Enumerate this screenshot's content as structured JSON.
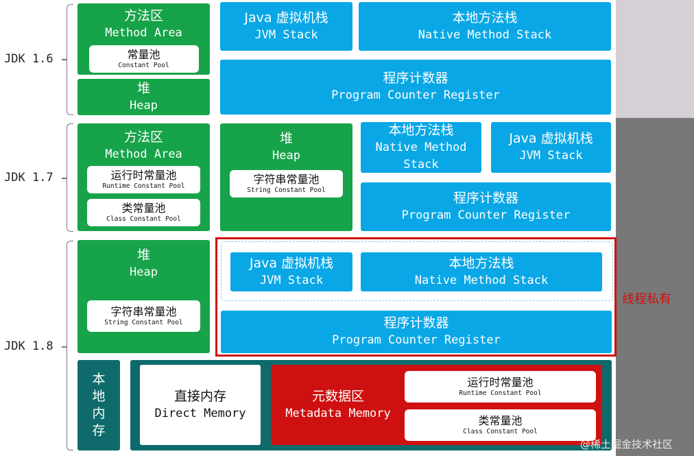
{
  "jdk16": {
    "label": "JDK 1.6",
    "method_area": {
      "zh": "方法区",
      "en": "Method Area",
      "pool_zh": "常量池",
      "pool_en": "Constant Pool"
    },
    "heap": {
      "zh": "堆",
      "en": "Heap"
    },
    "jvm_stack": {
      "zh": "Java 虚拟机栈",
      "en": "JVM Stack"
    },
    "native_stack": {
      "zh": "本地方法栈",
      "en": "Native Method Stack"
    },
    "pc": {
      "zh": "程序计数器",
      "en": "Program Counter Register"
    }
  },
  "jdk17": {
    "label": "JDK 1.7",
    "method_area": {
      "zh": "方法区",
      "en": "Method Area",
      "runtime_zh": "运行时常量池",
      "runtime_en": "Runtime Constant Pool",
      "class_zh": "类常量池",
      "class_en": "Class Constant Pool"
    },
    "heap": {
      "zh": "堆",
      "en": "Heap",
      "string_zh": "字符串常量池",
      "string_en": "String Constant Pool"
    },
    "native_stack": {
      "zh": "本地方法栈",
      "en1": "Native Method",
      "en2": "Stack"
    },
    "jvm_stack": {
      "zh": "Java 虚拟机栈",
      "en": "JVM Stack"
    },
    "pc": {
      "zh": "程序计数器",
      "en": "Program Counter Register"
    }
  },
  "jdk18": {
    "label": "JDK 1.8",
    "heap": {
      "zh": "堆",
      "en": "Heap",
      "string_zh": "字符串常量池",
      "string_en": "String Constant Pool"
    },
    "jvm_stack": {
      "zh": "Java 虚拟机栈",
      "en": "JVM Stack"
    },
    "native_stack": {
      "zh": "本地方法栈",
      "en": "Native Method Stack"
    },
    "pc": {
      "zh": "程序计数器",
      "en": "Program Counter Register"
    },
    "thread_private": "线程私有",
    "native_memory": {
      "c1": "本",
      "c2": "地",
      "c3": "内",
      "c4": "存"
    },
    "direct_memory": {
      "zh": "直接内存",
      "en": "Direct Memory"
    },
    "metadata": {
      "zh": "元数据区",
      "en": "Metadata Memory",
      "runtime_zh": "运行时常量池",
      "runtime_en": "Runtime Constant Pool",
      "class_zh": "类常量池",
      "class_en": "Class Constant Pool"
    }
  },
  "watermark": "@稀土掘金技术社区",
  "colors": {
    "green": "#17a349",
    "blue": "#0aa7e6",
    "teal": "#0f6b6b",
    "red": "#cf1010"
  }
}
